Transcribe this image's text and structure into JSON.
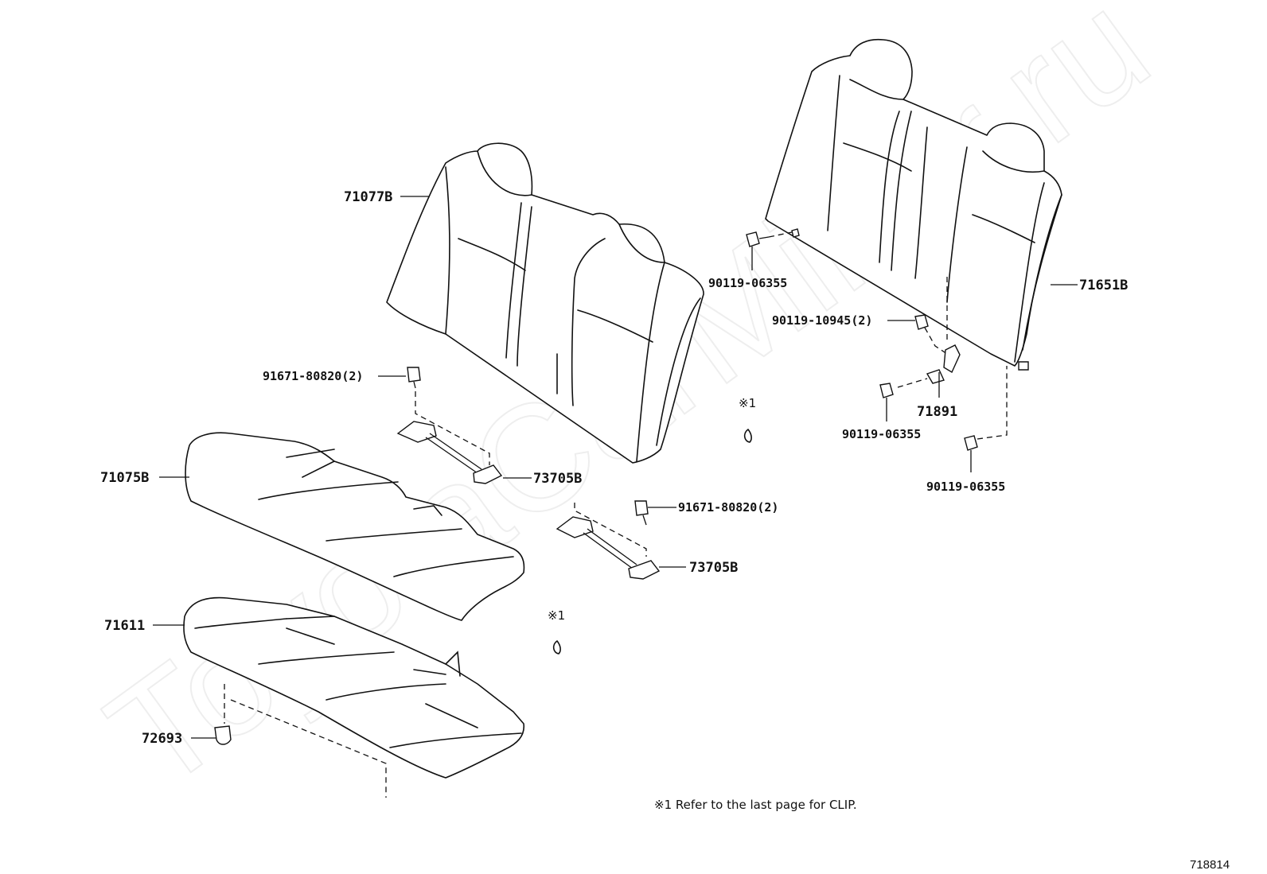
{
  "watermark": "ToyotaCarMiner.ru",
  "parts": {
    "seatback_left": "71077B",
    "seatback_right": "71651B",
    "cushion_cover": "71075B",
    "cushion_pad": "71611",
    "clip_72693": "72693",
    "hinge_upper": "73705B",
    "hinge_lower": "73705B",
    "bracket_71891": "71891",
    "bolt_upper": "91671-80820",
    "bolt_upper_qty": "(2)",
    "bolt_lower": "91671-80820",
    "bolt_lower_qty": "(2)",
    "bolt_90119_a": "90119-06355",
    "bolt_90119_b": "90119-10945",
    "bolt_90119_b_qty": "(2)",
    "bolt_90119_c": "90119-06355",
    "bolt_90119_d": "90119-06355"
  },
  "clip_refs": {
    "ref_upper": "※1",
    "ref_lower": "※1"
  },
  "note": "※1 Refer to the last page for CLIP.",
  "figure_code": "718814"
}
